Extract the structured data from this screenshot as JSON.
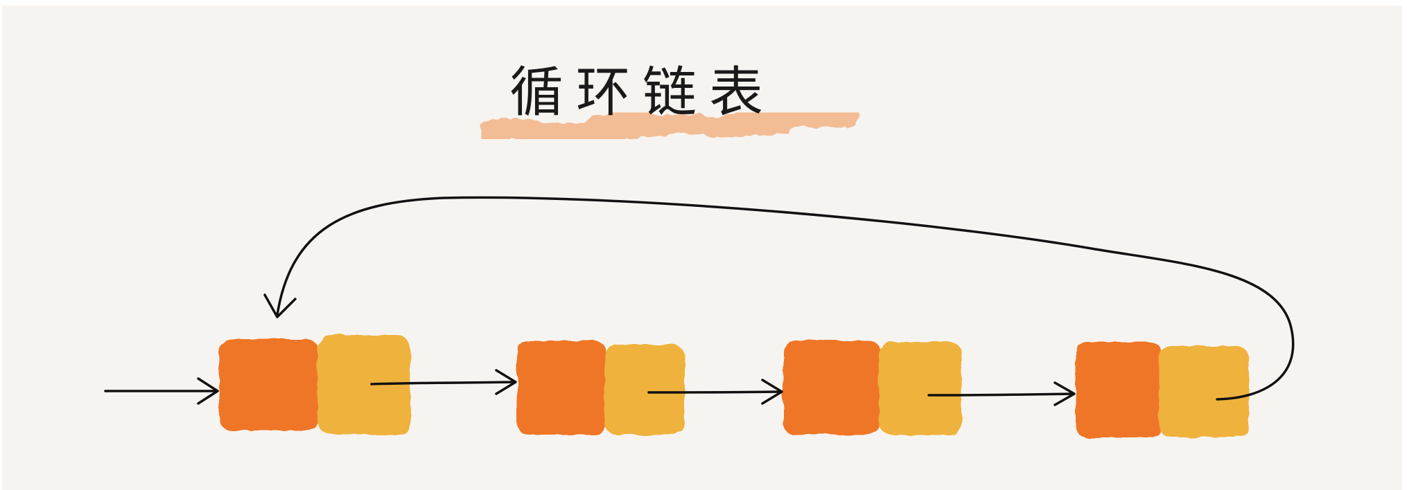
{
  "diagram": {
    "title": "循环链表",
    "nodes": [
      {
        "data_part": "data",
        "next_part": "next"
      },
      {
        "data_part": "data",
        "next_part": "next"
      },
      {
        "data_part": "data",
        "next_part": "next"
      },
      {
        "data_part": "data",
        "next_part": "next"
      }
    ],
    "links": [
      {
        "from": "entry",
        "to": 0
      },
      {
        "from": 0,
        "to": 1
      },
      {
        "from": 1,
        "to": 2
      },
      {
        "from": 2,
        "to": 3
      },
      {
        "from": 3,
        "to": 0
      }
    ]
  },
  "colors": {
    "background": "#f6f4f1",
    "frame": "#ffffff",
    "data_cell": "#ef7626",
    "next_cell": "#efb23c",
    "arrow": "#111111",
    "title_highlight": "#f2b384"
  }
}
